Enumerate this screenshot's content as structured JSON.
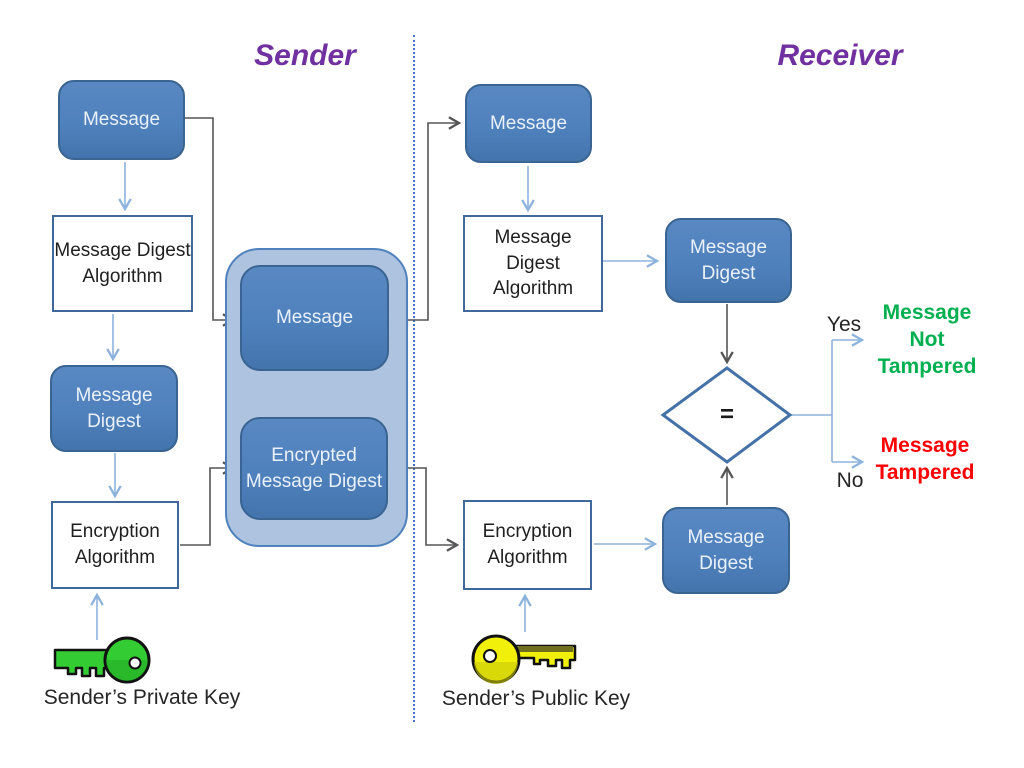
{
  "titles": {
    "sender": "Sender",
    "receiver": "Receiver"
  },
  "sender": {
    "message": "Message",
    "digest_algorithm": "Message Digest Algorithm",
    "message_digest": "Message Digest",
    "encryption_algorithm": "Encryption Algorithm",
    "key_label": "Sender’s Private Key",
    "key_icon": "private-key-icon"
  },
  "transmission": {
    "message": "Message",
    "encrypted_message_digest": "Encrypted Message Digest"
  },
  "receiver": {
    "message": "Message",
    "digest_algorithm": "Message Digest Algorithm",
    "message_digest_top": "Message Digest",
    "encryption_algorithm": "Encryption Algorithm",
    "message_digest_bottom": "Message Digest",
    "key_label": "Sender’s Public Key",
    "key_icon": "public-key-icon"
  },
  "decision": {
    "symbol": "=",
    "yes_label": "Yes",
    "no_label": "No",
    "result_ok": "Message Not Tampered",
    "result_bad": "Message Tampered"
  },
  "colors": {
    "box_blue": "#4f81bd",
    "box_border": "#3a6491",
    "container_fill": "#adc3e0",
    "title_purple": "#7030a0",
    "ok_green": "#00b050",
    "bad_red": "#ff0000",
    "arrow_dark": "#555555",
    "arrow_light": "#8db3dc",
    "separator_blue": "#4472c4",
    "private_key_green": "#33cc33",
    "public_key_yellow": "#f0f00a"
  }
}
